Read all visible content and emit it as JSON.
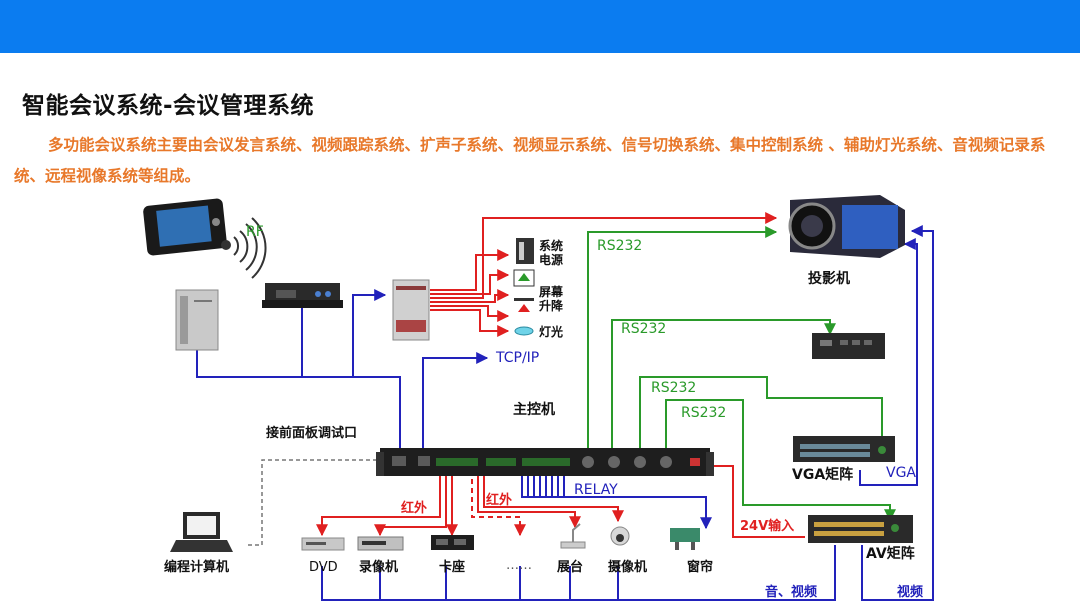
{
  "header": {
    "title": "智能会议系统-会议管理系统",
    "description": "多功能会议系统主要由会议发言系统、视频跟踪系统、扩声子系统、视频显示系统、信号切换系统、集中控制系统 、辅助灯光系统、音视频记录系统、远程视像系统等组成。"
  },
  "diagram": {
    "main_controller": "主控机",
    "projector": "投影机",
    "rf": "RF",
    "tcp_ip": "TCP/IP",
    "rs232_1": "RS232",
    "rs232_2": "RS232",
    "rs232_3": "RS232",
    "rs232_4": "RS232",
    "relay": "RELAY",
    "front_panel": "接前面板调试口",
    "ir_1": "红外",
    "ir_2": "红外",
    "power_24v": "24V输入",
    "vga_matrix": "VGA矩阵",
    "vga": "VGA",
    "av_matrix": "AV矩阵",
    "audio_video": "音、视频",
    "video": "视频",
    "power_system_1": "系统",
    "power_system_2": "电源",
    "screen_lift_1": "屏幕",
    "screen_lift_2": "升降",
    "lighting": "灯光",
    "programming_pc": "编程计算机",
    "dvd": "DVD",
    "vcr": "录像机",
    "cassette": "卡座",
    "ellipsis": "……",
    "booth": "展台",
    "camera": "摄像机",
    "curtain": "窗帘"
  },
  "colors": {
    "header_bar": "#0b7cf0",
    "description": "#e8782a",
    "line_red": "#e02020",
    "line_green": "#2a9a2a",
    "line_blue": "#2222bb"
  }
}
